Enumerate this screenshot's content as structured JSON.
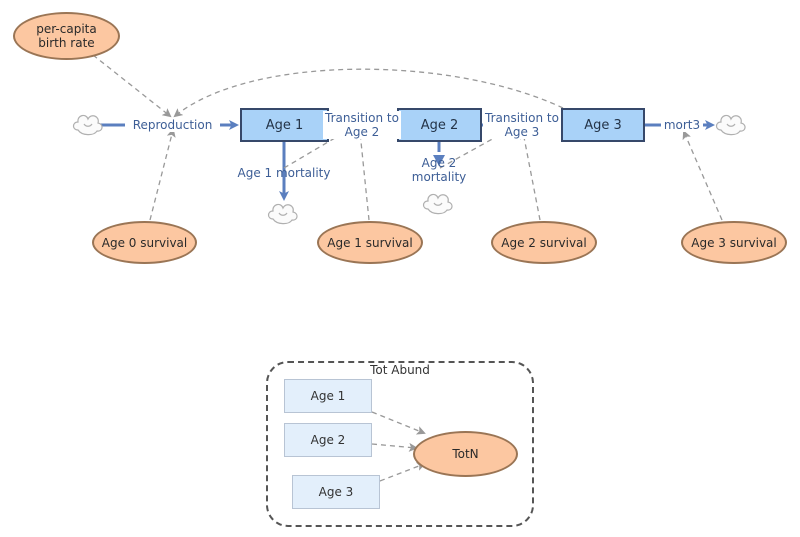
{
  "stocks": {
    "age1": "Age 1",
    "age2": "Age 2",
    "age3": "Age 3"
  },
  "flows": {
    "reproduction": "Reproduction",
    "transition_to_age2": "Transition to Age 2",
    "transition_to_age3": "Transition to Age 3",
    "age1_mortality": "Age 1 mortality",
    "age2_mortality": "Age 2 mortality",
    "mort3": "mort3"
  },
  "parameters": {
    "per_capita_birth_rate": "per-capita birth rate",
    "age0_survival": "Age 0 survival",
    "age1_survival": "Age 1 survival",
    "age2_survival": "Age 2 survival",
    "age3_survival": "Age 3 survival"
  },
  "group": {
    "title": "Tot Abund",
    "ghost_age1": "Age 1",
    "ghost_age2": "Age 2",
    "ghost_age3": "Age 3",
    "total": "TotN"
  },
  "colors": {
    "stock_fill": "#a9d2f8",
    "stock_border": "#36486a",
    "parameter_fill": "#fcc7a1",
    "flow_pipe": "#5b7fbf",
    "link_dashed": "#999999",
    "label_text": "#3d5e96"
  }
}
